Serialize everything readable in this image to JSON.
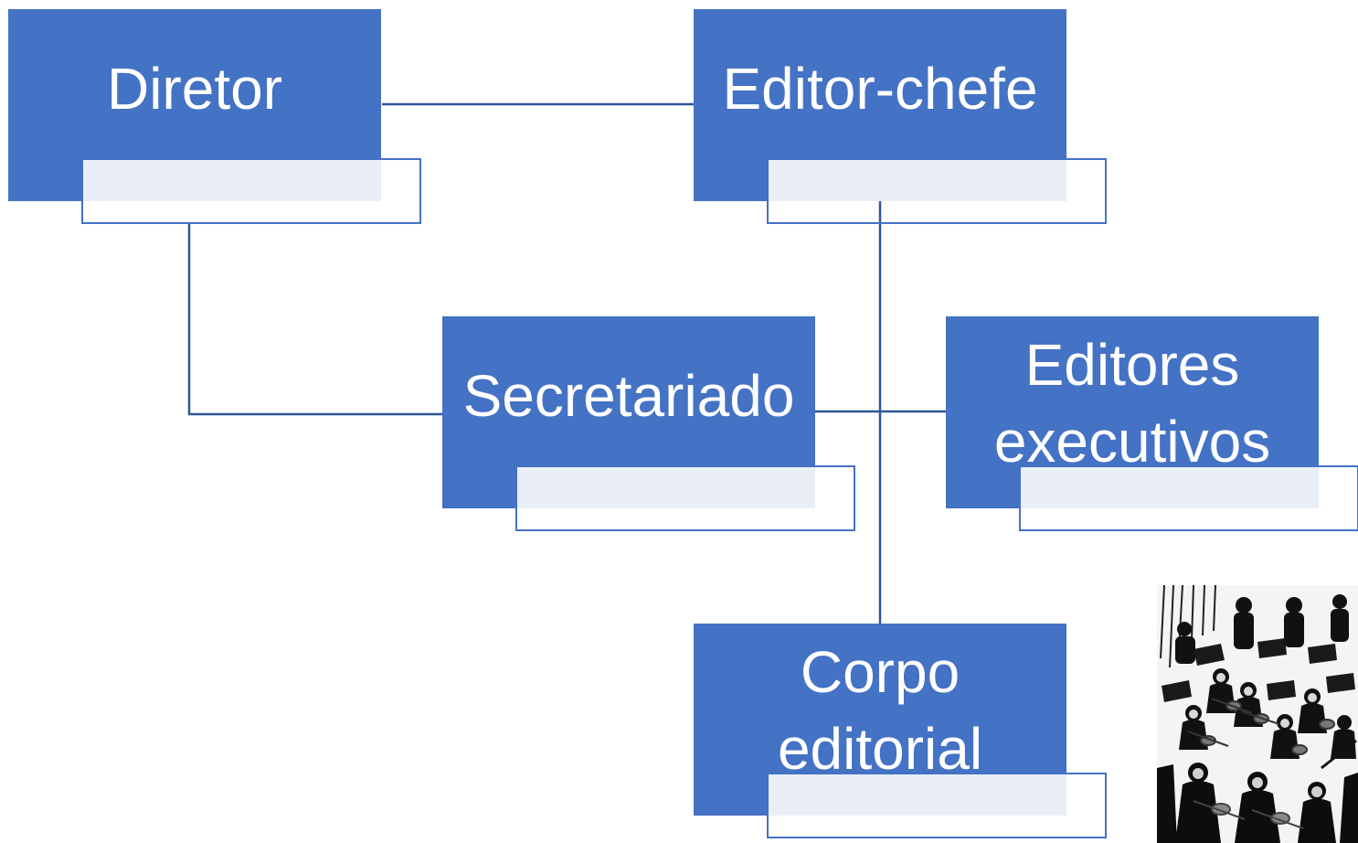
{
  "diagram": {
    "nodes": [
      {
        "id": "diretor",
        "label": "Diretor"
      },
      {
        "id": "editor-chefe",
        "label": "Editor-chefe"
      },
      {
        "id": "secretariado",
        "label": "Secretariado"
      },
      {
        "id": "editores-executivos",
        "label": "Editores\nexecutivos"
      },
      {
        "id": "corpo-editorial",
        "label": "Corpo\neditorial"
      }
    ],
    "edges": [
      {
        "from": "diretor",
        "to": "editor-chefe"
      },
      {
        "from": "diretor",
        "to": "secretariado"
      },
      {
        "from": "editor-chefe",
        "to": "secretariado"
      },
      {
        "from": "editor-chefe",
        "to": "editores-executivos"
      },
      {
        "from": "editor-chefe",
        "to": "corpo-editorial"
      }
    ]
  },
  "colors": {
    "node_fill": "#4472c4",
    "node_text": "#ffffff",
    "sub_box_fill": "#e9eef7",
    "connector": "#2f5597"
  },
  "image": {
    "subject": "orchestra-illustration"
  }
}
